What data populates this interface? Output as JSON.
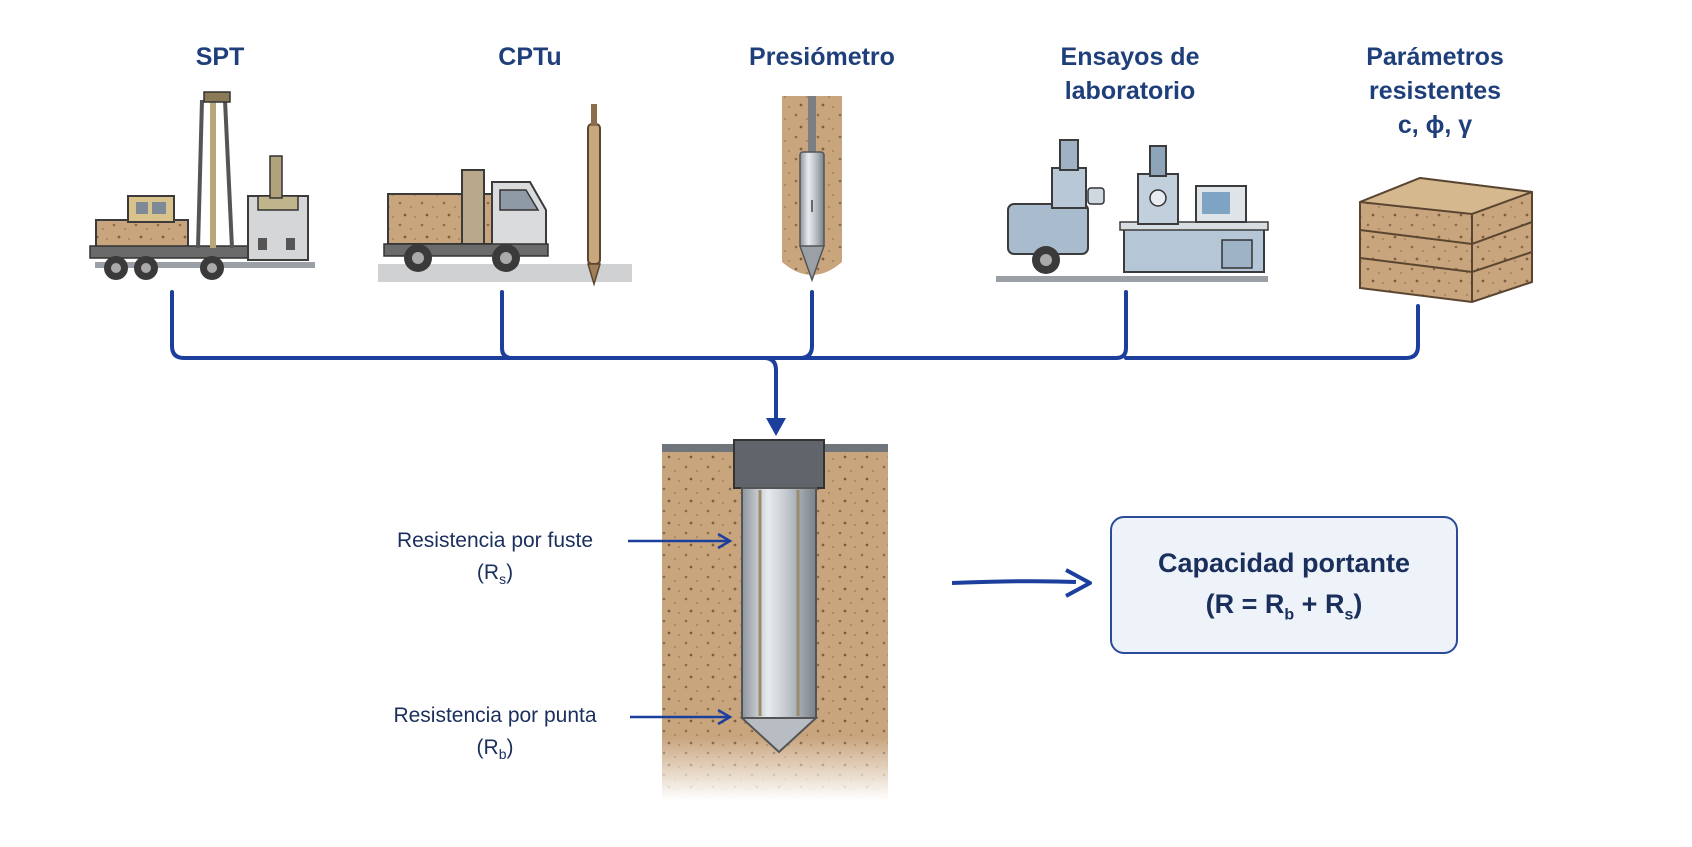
{
  "inputs": [
    {
      "label": "SPT"
    },
    {
      "label": "CPTu"
    },
    {
      "label": "Presiómetro"
    },
    {
      "label": "Ensayos de laboratorio"
    },
    {
      "label": "Parámetros resistentes",
      "params": "c, ϕ, γ"
    }
  ],
  "pile": {
    "shaft": {
      "label": "Resistencia por fuste",
      "symbol": "R",
      "subscript": "s"
    },
    "tip": {
      "label": "Resistencia por punta",
      "symbol": "R",
      "subscript": "b"
    }
  },
  "result": {
    "title": "Capacidad portante",
    "formula": {
      "open": "(R = R",
      "sub1": "b",
      "plus": " + R",
      "sub2": "s",
      "close": ")"
    }
  },
  "colors": {
    "connector": "#1c3f9e",
    "label": "#1f3f7a",
    "soil": "#c9a57e",
    "box_border": "#2a4a9a"
  }
}
